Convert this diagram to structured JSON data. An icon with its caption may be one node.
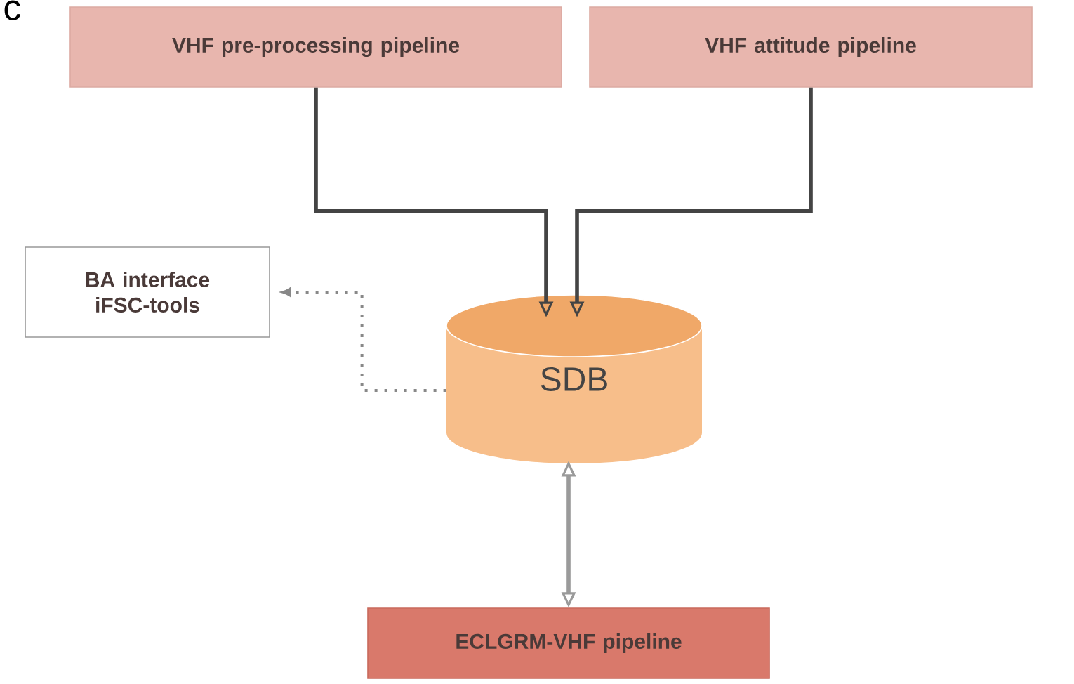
{
  "diagram": {
    "nodes": [
      {
        "text": [
          "VHF pre-processing pipeline"
        ]
      },
      {
        "text": [
          "VHF attitude pipeline"
        ]
      },
      {
        "text": [
          "BA interface iFSC-tools"
        ]
      },
      {
        "text": [
          "SDB"
        ]
      },
      {
        "text": [
          "ECLGRM-VHF pipeline"
        ]
      }
    ],
    "edges": [
      {
        "from": 0,
        "to": 3,
        "arrow": "to",
        "color": "#444444"
      },
      {
        "from": 1,
        "to": 3,
        "arrow": "to",
        "color": "#444444"
      },
      {
        "from": 3,
        "to": 2,
        "arrow": "to",
        "style": "dashed",
        "color": "#888888"
      },
      {
        "from": 4,
        "to": 3,
        "arrow": "both",
        "color": "#9a9a9a"
      }
    ],
    "labels": [
      "c"
    ]
  }
}
